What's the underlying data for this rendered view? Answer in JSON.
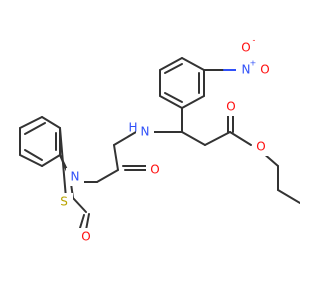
{
  "molecule": {
    "colors": {
      "carbon": "#333333",
      "oxygen": "#ff0d0d",
      "nitrogen": "#3050f8",
      "sulfur": "#b8a300"
    },
    "labels": {
      "nitro_n": "N",
      "nitro_n_charge": "+",
      "nitro_o_top": "O",
      "nitro_o_top_charge": "-",
      "nitro_o_right": "O",
      "amide_nh": "H",
      "amide_nh_n": "N",
      "ester_o_carbonyl": "O",
      "ester_o_link": "O",
      "amide_o": "O",
      "ring_n": "N",
      "ring_o": "O",
      "ring_s": "S"
    }
  }
}
